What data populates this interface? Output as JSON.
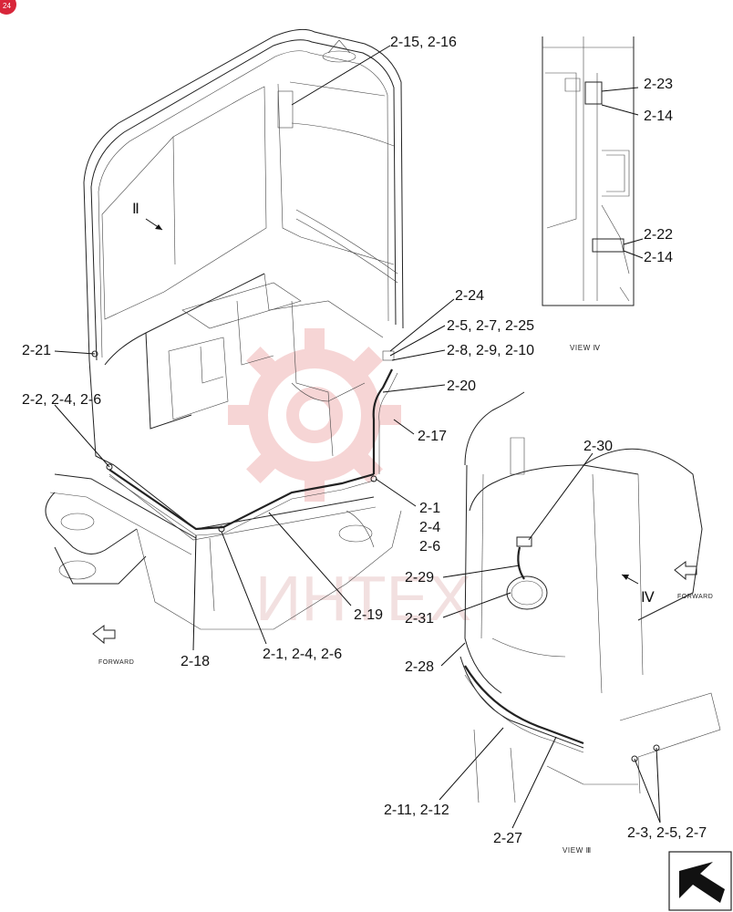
{
  "diagram": {
    "watermark_text": "ИНТЕХ",
    "badge_text": "24",
    "callouts": {
      "c_2_15_16": "2-15, 2-16",
      "c_2_23": "2-23",
      "c_2_14a": "2-14",
      "c_2_22": "2-22",
      "c_2_14b": "2-14",
      "c_2_24": "2-24",
      "c_2_5_7_25": "2-5, 2-7, 2-25",
      "c_2_8_9_10": "2-8, 2-9, 2-10",
      "c_2_21": "2-21",
      "c_2_2_4_6": "2-2, 2-4, 2-6",
      "c_2_20": "2-20",
      "c_2_17": "2-17",
      "c_2_30": "2-30",
      "c_2_1a": "2-1",
      "c_2_4a": "2-4",
      "c_2_6a": "2-6",
      "c_2_29": "2-29",
      "c_2_31": "2-31",
      "c_2_19": "2-19",
      "c_2_18": "2-18",
      "c_2_1_4_6": "2-1, 2-4, 2-6",
      "c_2_28": "2-28",
      "c_2_11_12": "2-11, 2-12",
      "c_2_27": "2-27",
      "c_2_3_5_7": "2-3, 2-5, 2-7"
    },
    "labels": {
      "view_iv": "VIEW Ⅳ",
      "view_iii": "VIEW Ⅲ",
      "forward_left": "FORWARD",
      "forward_right": "FORWARD",
      "roman_ii": "Ⅱ",
      "roman_iv": "Ⅳ"
    }
  }
}
